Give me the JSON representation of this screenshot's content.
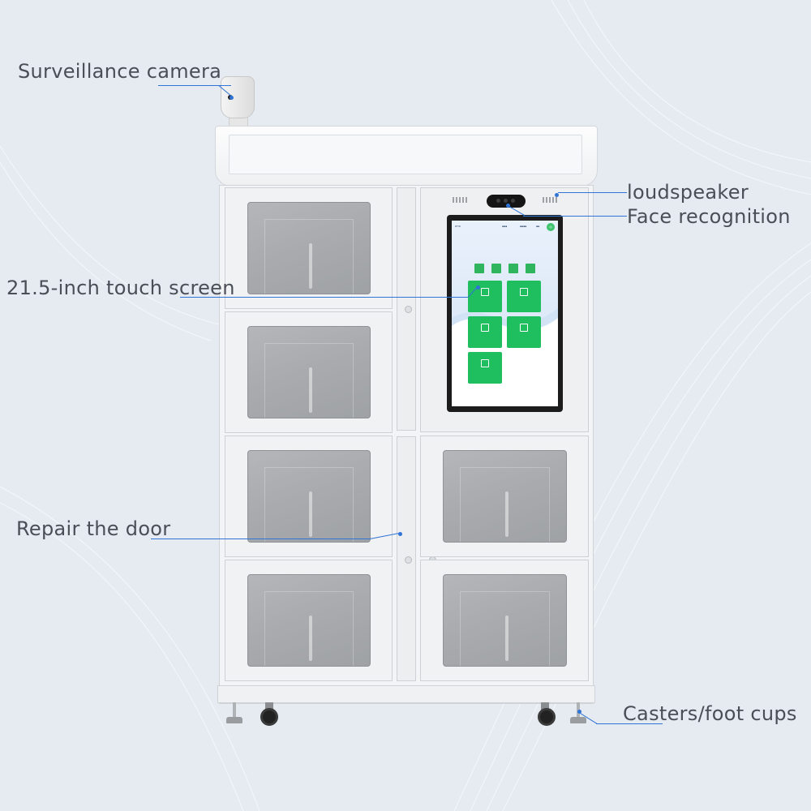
{
  "labels": {
    "camera": "Surveillance camera",
    "speaker": "loudspeaker",
    "face": "Face recognition",
    "screen": "21.5-inch touch screen",
    "door": "Repair the door",
    "casters": "Casters/foot cups"
  },
  "colors": {
    "background": "#e6ebf2",
    "leader_line": "#2f74d6",
    "label_text": "#4a4f57",
    "tile_green": "#1fbe5f"
  }
}
